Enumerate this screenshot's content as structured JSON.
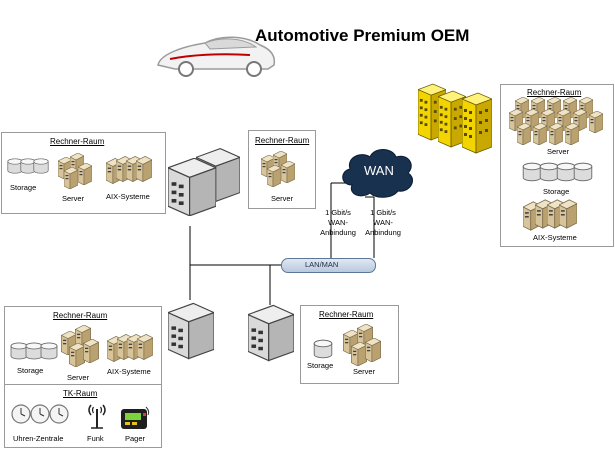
{
  "title": "Automotive Premium OEM",
  "network": {
    "wan": "WAN",
    "lan": "LAN/MAN",
    "connection_left": [
      "1 Gbit/s",
      "WAN-",
      "Anbindung"
    ],
    "connection_right": [
      "1 Gbit/s",
      "WAN-",
      "Anbindung"
    ]
  },
  "rooms": {
    "top_left": {
      "title": "Rechner-Raum",
      "storage": "Storage",
      "server": "Server",
      "aix": "AIX-Systeme"
    },
    "top_middle": {
      "title": "Rechner-Raum",
      "server": "Server"
    },
    "right": {
      "title": "Rechner-Raum",
      "server": "Server",
      "storage": "Storage",
      "aix": "AIX-Systeme"
    },
    "bottom_left": {
      "title": "Rechner-Raum",
      "storage": "Storage",
      "server": "Server",
      "aix": "AIX-Systeme"
    },
    "bottom_middle": {
      "title": "Rechner-Raum",
      "storage": "Storage",
      "server": "Server"
    },
    "tk": {
      "title": "TK-Raum",
      "clocks": "Uhren-Zentrale",
      "funk": "Funk",
      "pager": "Pager"
    }
  },
  "colors": {
    "building": "#f2d400",
    "wan_cloud": "#17314f",
    "lan": "#b9c9dc"
  }
}
